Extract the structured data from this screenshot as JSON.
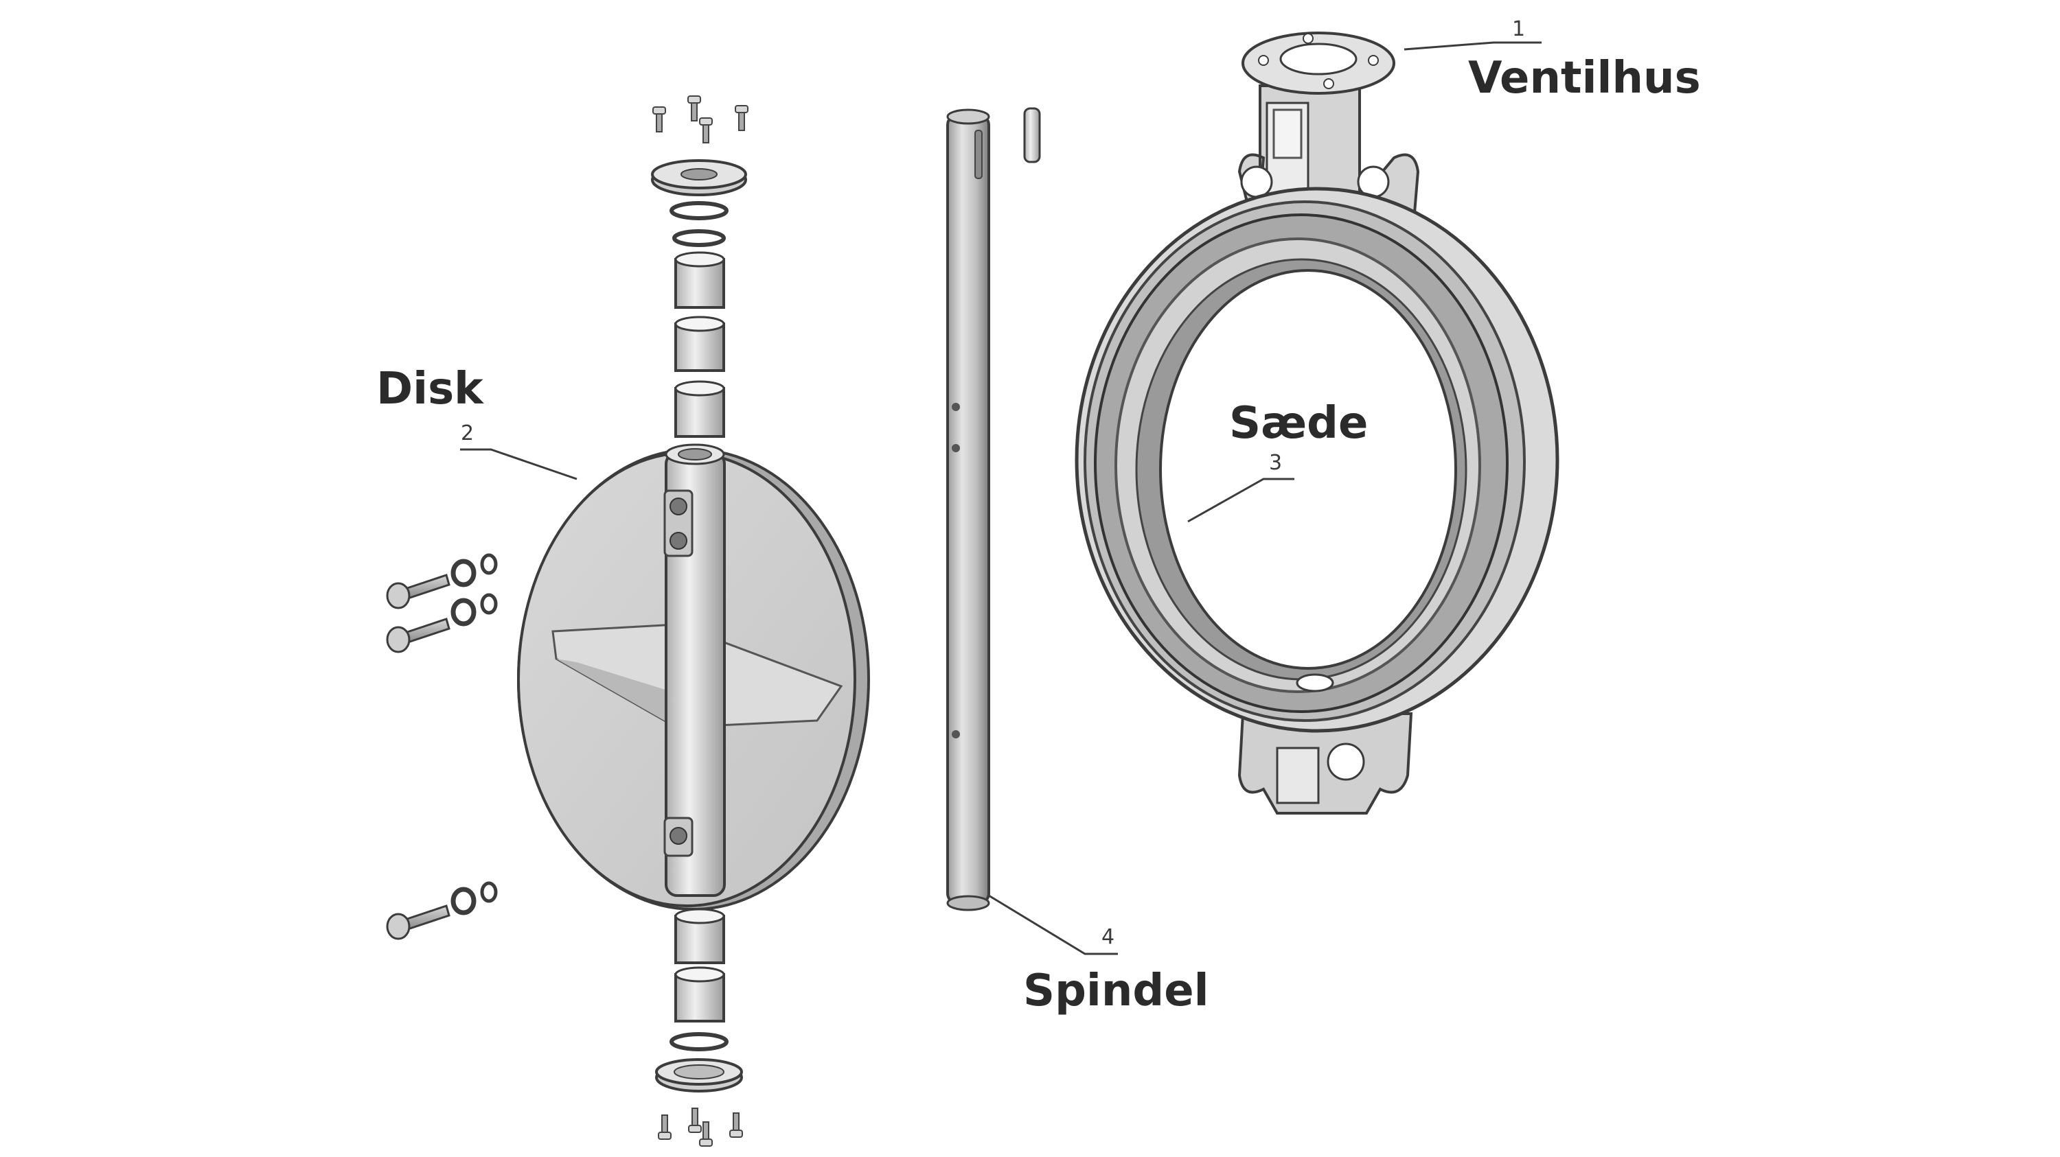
{
  "parts": {
    "body": {
      "number": "1",
      "label": "Ventilhus"
    },
    "disc": {
      "number": "2",
      "label": "Disk"
    },
    "seat": {
      "number": "3",
      "label": "Sæde"
    },
    "stem": {
      "number": "4",
      "label": "Spindel"
    }
  },
  "colors": {
    "metal_light": "#e6e6e6",
    "metal_mid": "#c9c9c9",
    "metal_dark": "#8a8a8a",
    "outline": "#3c3c3c",
    "text": "#2b2b2b"
  }
}
